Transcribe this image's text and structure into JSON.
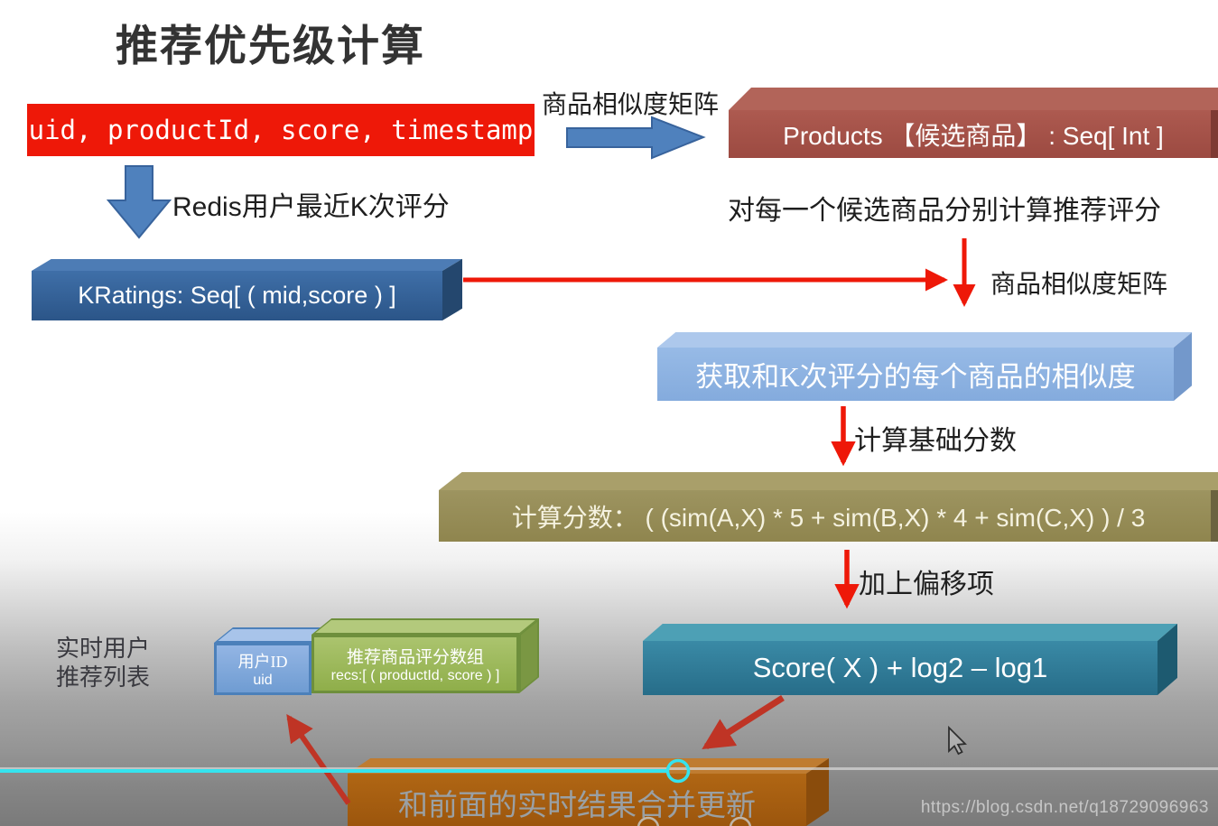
{
  "page": {
    "title": "推荐优先级计算",
    "watermark": "https://blog.csdn.net/q18729096963"
  },
  "labels": {
    "sim_matrix_top": "商品相似度矩阵",
    "redis_k": "Redis用户最近K次评分",
    "per_candidate": "对每一个候选商品分别计算推荐评分",
    "sim_matrix_mid": "商品相似度矩阵",
    "calc_base_score": "计算基础分数",
    "add_offset": "加上偏移项",
    "realtime_line1": "实时用户",
    "realtime_line2": "推荐列表"
  },
  "nodes": {
    "rating_input": {
      "label": "uid, productId, score, timestamp",
      "bg": "#ee1808",
      "text_color": "#ffffff"
    },
    "products": {
      "label": "Products 【候选商品】 : Seq[ Int ]",
      "front": "#a24f45",
      "top": "#b26459"
    },
    "kratings": {
      "label": "KRatings: Seq[ ( mid,score ) ]",
      "front": "#31629a",
      "top": "#4d7cb5",
      "side": "#24476e"
    },
    "similarity": {
      "label": "获取和K次评分的每个商品的相似度",
      "front": "#8db3e2",
      "top": "#adc8ec",
      "side": "#7398cb"
    },
    "base_score": {
      "label": "计算分数： ( (sim(A,X) * 5 + sim(B,X) * 4 + sim(C,X) ) / 3",
      "front": "#968c55",
      "top": "#a99f6a"
    },
    "final_score": {
      "label": "Score( X ) + log2 – log1",
      "front": "#2f81a0",
      "top": "#4da0b5",
      "side": "#1d5a70"
    },
    "user_id": {
      "line1": "用户ID",
      "line2": "uid",
      "front": "#7fa8dc",
      "top": "#a8c4ea",
      "border": "#4c80ba"
    },
    "recs": {
      "line1": "推荐商品评分数组",
      "line2": "recs:[ ( productId, score ) ]",
      "front": "#9bba58",
      "top": "#b3c97c",
      "border": "#6e8f3c"
    },
    "merge": {
      "label": "和前面的实时结果合并更新",
      "front": "#a65d10",
      "top": "#bf7c31",
      "side": "#8a4c0c",
      "text_color": "#9aa0a4"
    }
  },
  "colors": {
    "arrow_red": "#ee1808",
    "arrow_dark_red": "#bf3425",
    "arrow_blue": "#4f81bd",
    "arrow_blue_border": "#38639c",
    "player_cyan": "#35e3ee",
    "seekbar_gray": "#d6d6d6"
  }
}
